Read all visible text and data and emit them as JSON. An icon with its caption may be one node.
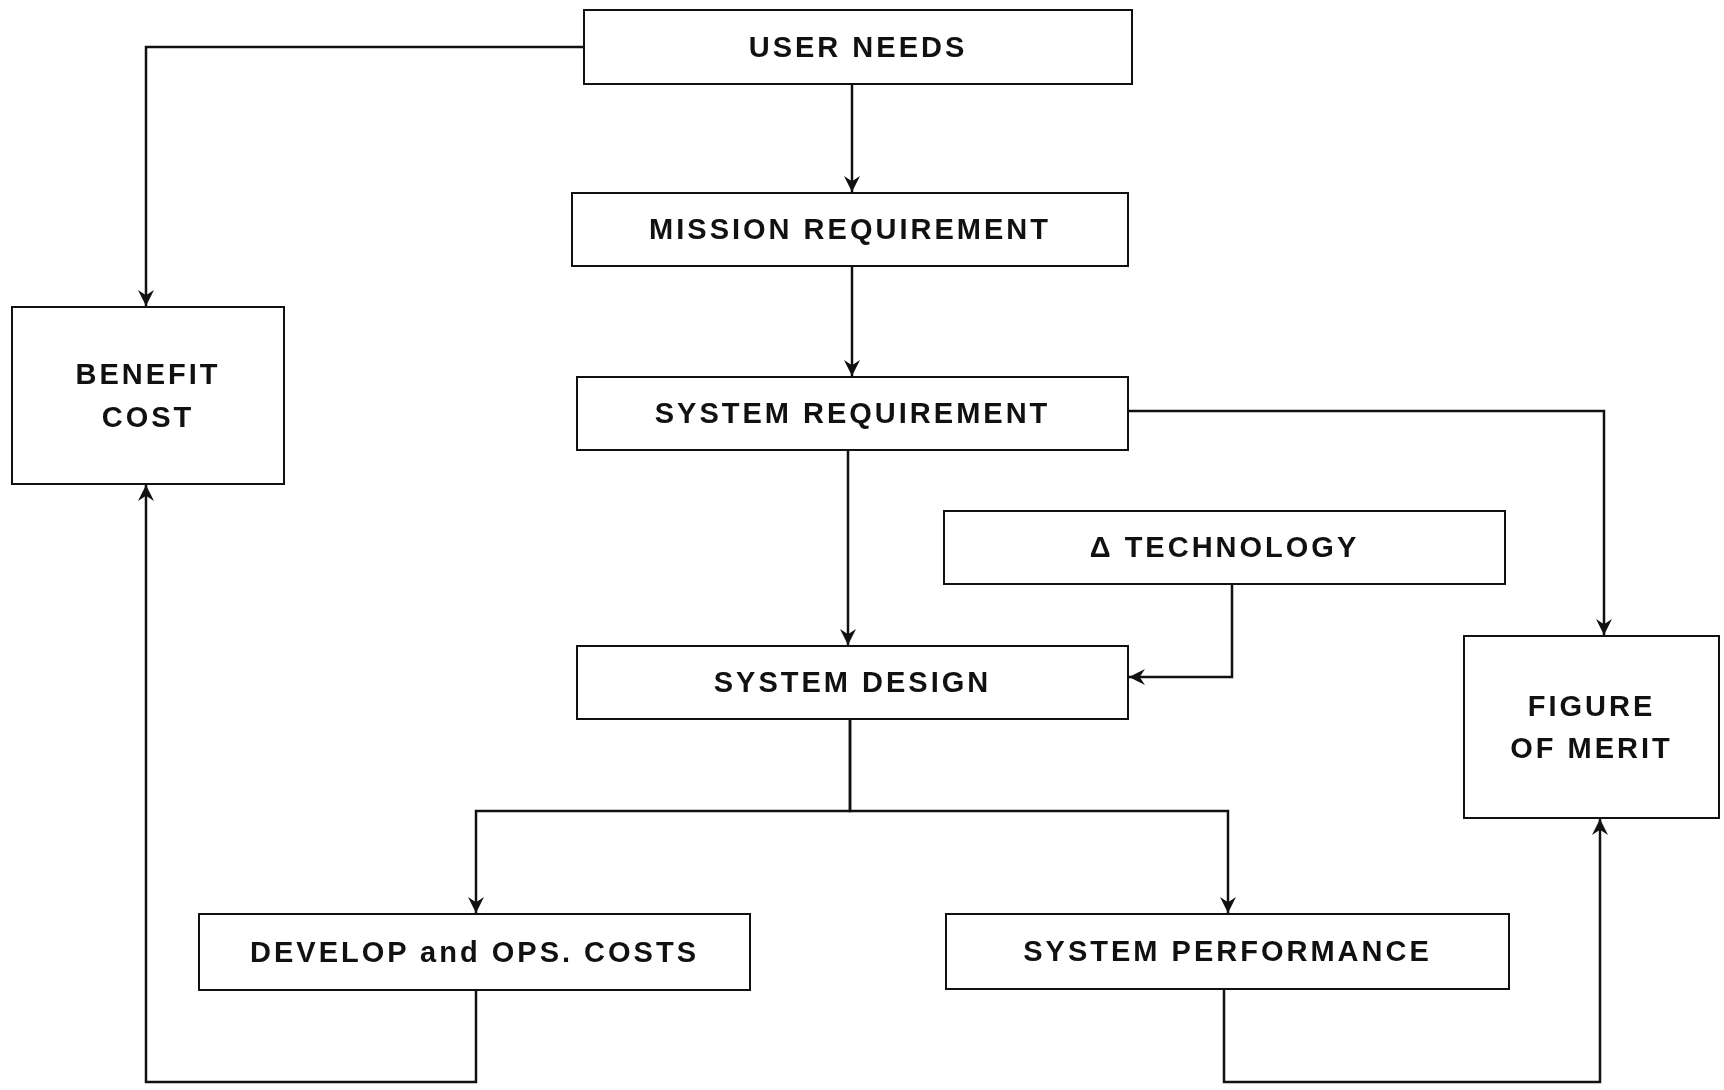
{
  "diagram": {
    "nodes": [
      {
        "text": [
          "USER NEEDS"
        ]
      },
      {
        "text": [
          "MISSION REQUIREMENT"
        ]
      },
      {
        "text": [
          "SYSTEM REQUIREMENT"
        ]
      },
      {
        "text": [
          "BENEFIT COST"
        ]
      },
      {
        "text": [
          "Δ TECHNOLOGY"
        ]
      },
      {
        "text": [
          "SYSTEM DESIGN"
        ]
      },
      {
        "text": [
          "FIGURE OF MERIT"
        ]
      },
      {
        "text": [
          "DEVELOP and OPS. COSTS"
        ]
      },
      {
        "text": [
          "SYSTEM PERFORMANCE"
        ]
      }
    ],
    "edges": [
      {
        "from": 0,
        "to": 3,
        "arrow": "to"
      },
      {
        "from": 0,
        "to": 1,
        "arrow": "to"
      },
      {
        "from": 1,
        "to": 2,
        "arrow": "to"
      },
      {
        "from": 2,
        "to": 5,
        "arrow": "to"
      },
      {
        "from": 2,
        "to": 6,
        "arrow": "to"
      },
      {
        "from": 4,
        "to": 5,
        "arrow": "to"
      },
      {
        "from": 5,
        "to": 7,
        "arrow": "to"
      },
      {
        "from": 5,
        "to": 8,
        "arrow": "to"
      },
      {
        "from": 7,
        "to": 3,
        "arrow": "to"
      },
      {
        "from": 8,
        "to": 6,
        "arrow": "to"
      }
    ]
  }
}
